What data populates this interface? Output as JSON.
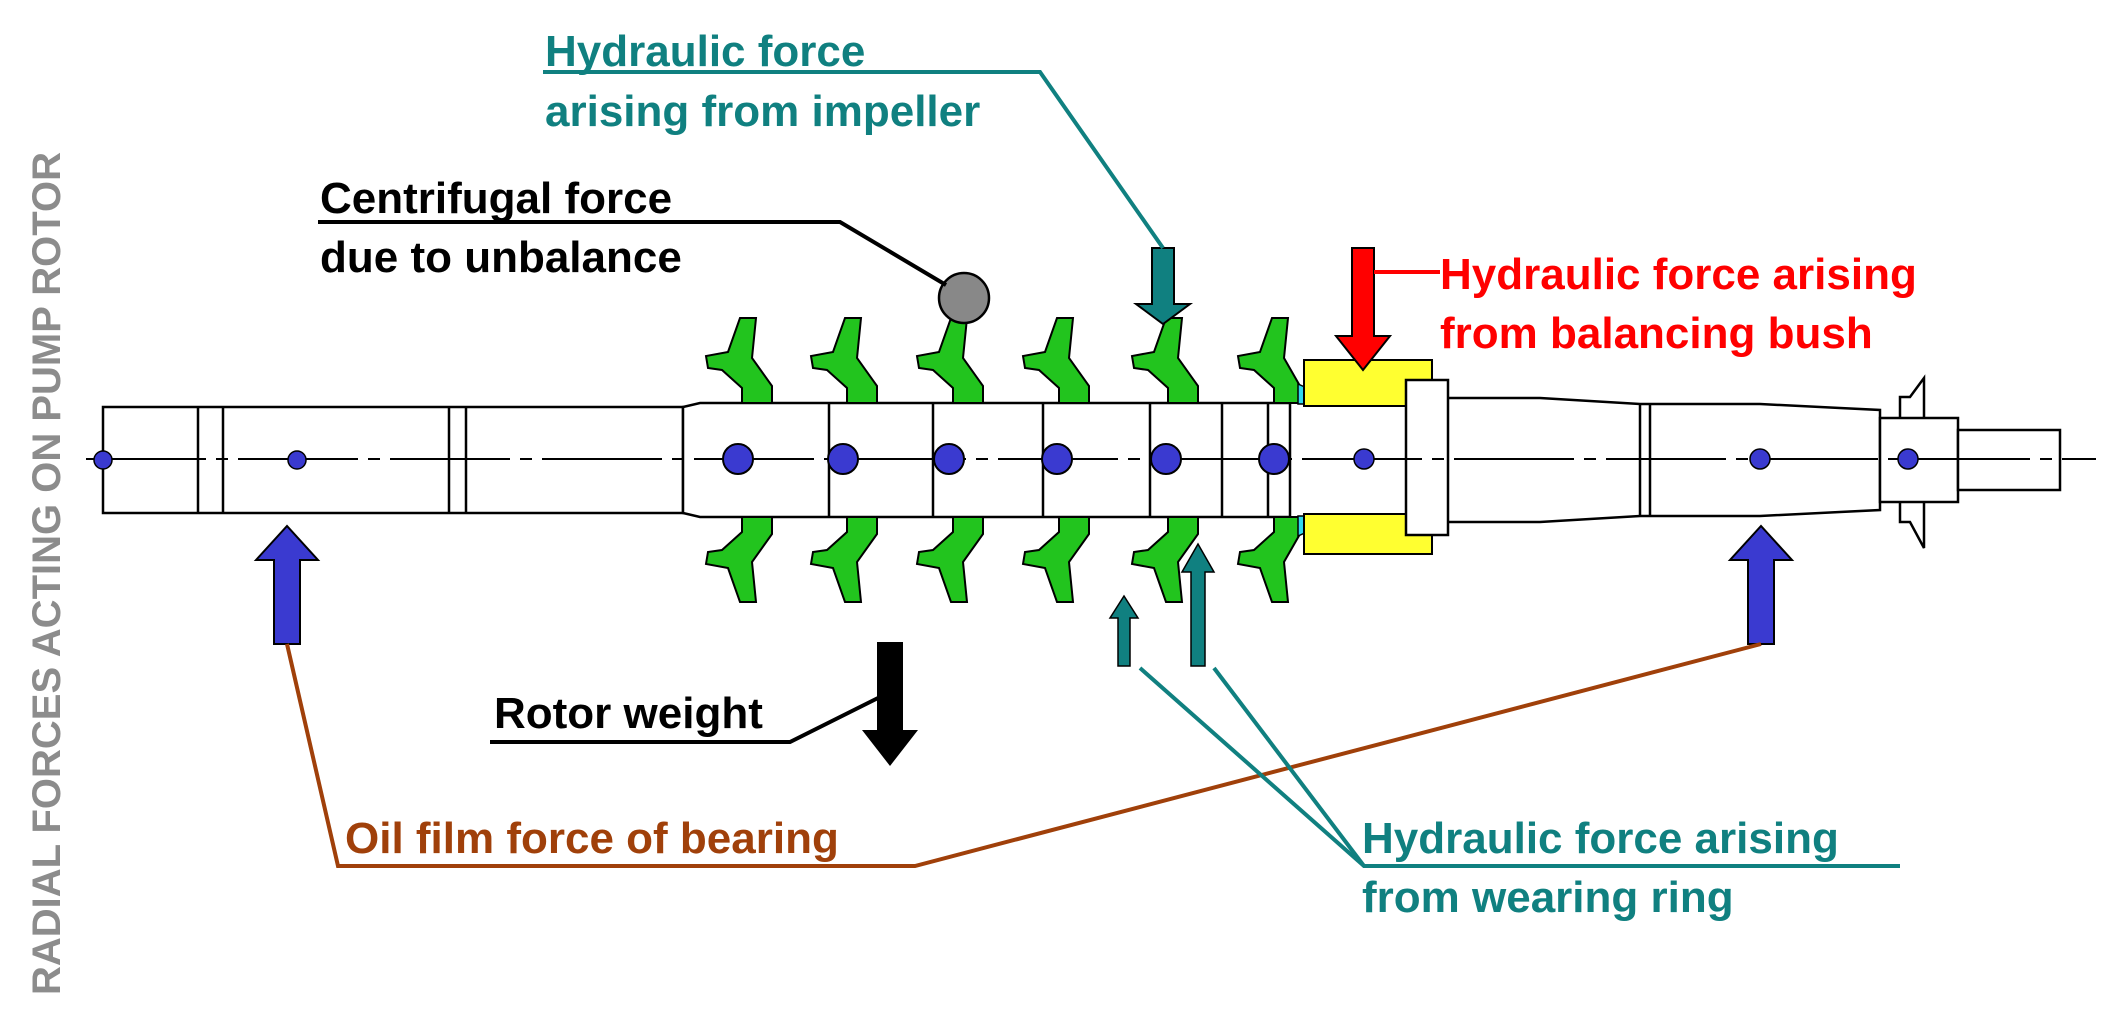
{
  "side_title": "RADIAL FORCES ACTING ON PUMP ROTOR",
  "labels": {
    "impeller_l1": "Hydraulic force",
    "impeller_l2": "arising from impeller",
    "unbalance_l1": "Centrifugal force",
    "unbalance_l2": "due to unbalance",
    "bush_l1": "Hydraulic force arising",
    "bush_l2": "from balancing bush",
    "weight": "Rotor weight",
    "oil": "Oil film force of bearing",
    "ring_l1": "Hydraulic force arising",
    "ring_l2": "from wearing ring"
  },
  "colors": {
    "side_title": "#8c8c8c",
    "impeller": "#108080",
    "bush": "#ff0000",
    "oil": "#a0400a",
    "bearing_arrow": "#3a3ad0",
    "impeller_fill": "#22c41e",
    "bush_fill": "#ffff30",
    "unbalance_mass": "#888888"
  }
}
